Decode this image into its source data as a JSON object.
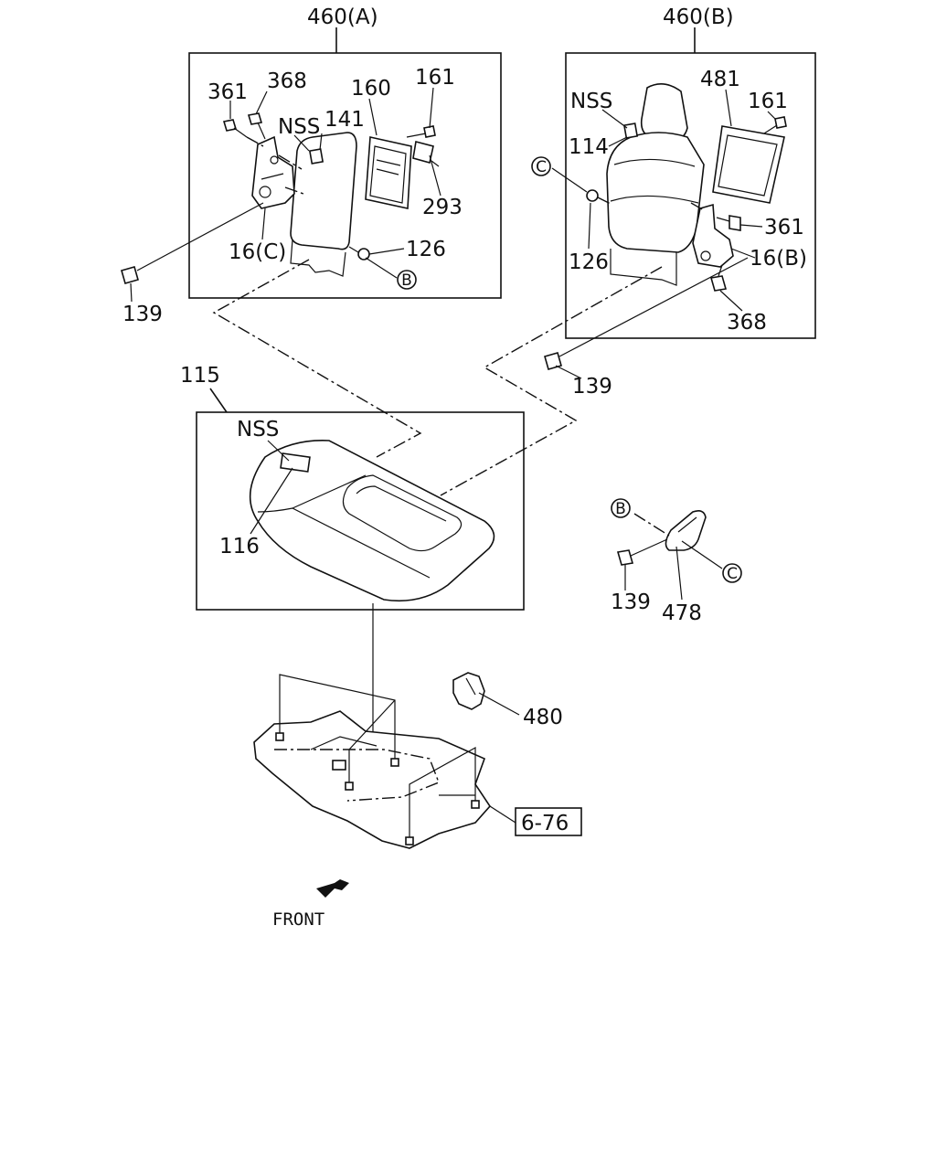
{
  "labels": {
    "assy_a": "460(A)",
    "assy_b": "460(B)",
    "a_361": "361",
    "a_368": "368",
    "a_160": "160",
    "a_161": "161",
    "a_nss": "NSS",
    "a_141": "141",
    "a_293": "293",
    "a_16c": "16(C)",
    "a_126": "126",
    "a_circle_b": "B",
    "left_139": "139",
    "b_nss": "NSS",
    "b_481": "481",
    "b_161": "161",
    "b_114": "114",
    "b_circle_c": "C",
    "b_126": "126",
    "b_361": "361",
    "b_16b": "16(B)",
    "b_368": "368",
    "mid_139": "139",
    "cushion_115": "115",
    "cushion_nss": "NSS",
    "cushion_116": "116",
    "brk_circle_b": "B",
    "brk_circle_c": "C",
    "brk_139": "139",
    "brk_478": "478",
    "floor_480": "480",
    "ref_box": "6-76",
    "front": "FRONT"
  }
}
